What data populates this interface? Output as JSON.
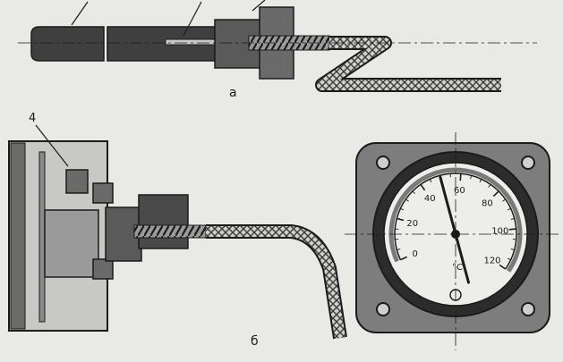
{
  "labels": {
    "part_a": "а",
    "part_b": "б",
    "callout": "4"
  },
  "gauge": {
    "ticks": [
      "0",
      "20",
      "40",
      "60",
      "80",
      "100",
      "120"
    ],
    "unit": "°C",
    "pointer_value": 50,
    "scale_min": 0,
    "scale_max": 120
  },
  "colors": {
    "ink": "#1b1b1b",
    "paper": "#e9e9e6",
    "metal": "#8a8a8a",
    "dark": "#4a4a4a"
  }
}
